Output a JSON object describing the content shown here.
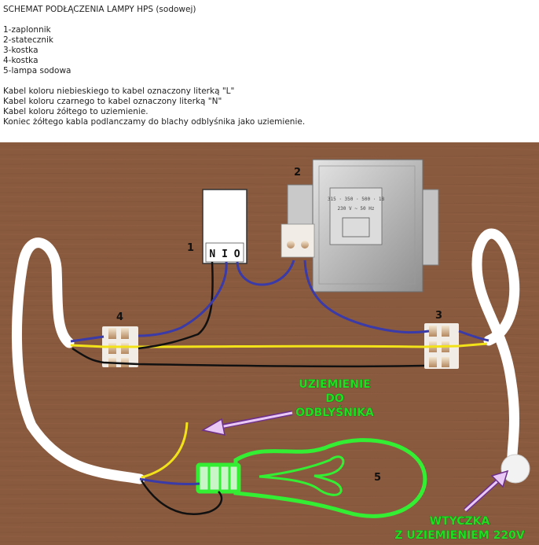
{
  "header": {
    "title": "SCHEMAT PODŁĄCZENIA LAMPY HPS (sodowej)",
    "legend": [
      "1-zaplonnik",
      "2-statecznik",
      "3-kostka",
      "4-kostka",
      "5-lampa sodowa"
    ],
    "notes": [
      "Kabel koloru niebieskiego to kabel oznaczony literką \"L\"",
      "Kabel koloru czarnego to kabel oznaczony literką \"N\"",
      "Kabel koloru żółtego to uziemienie.",
      "Koniec żółtego kabla podlanczamy do blachy odblyśnika jako uziemienie."
    ]
  },
  "diagram": {
    "colors": {
      "board": "#8a5a3e",
      "neutral": "#111111",
      "live": "#3a3aa8",
      "earth": "#f2e21a",
      "cable": "#ffffff",
      "label": "#22dd22",
      "arrow": "#c090e0"
    },
    "component_numbers": {
      "ignitor": "1",
      "ballast": "2",
      "terminal_right": "3",
      "terminal_left": "4",
      "lamp": "5"
    },
    "ignitor_terminals": "N I O",
    "ballast_plate": {
      "model": "315 · 350 · 500 · 1B",
      "note": "230 V ~ 50 Hz"
    },
    "earth_label": [
      "UZIEMIENIE",
      "DO",
      "ODBLYŚNIKA"
    ],
    "plug_label": [
      "WTYCZKA",
      "Z UZIEMIENIEM 220V"
    ]
  }
}
